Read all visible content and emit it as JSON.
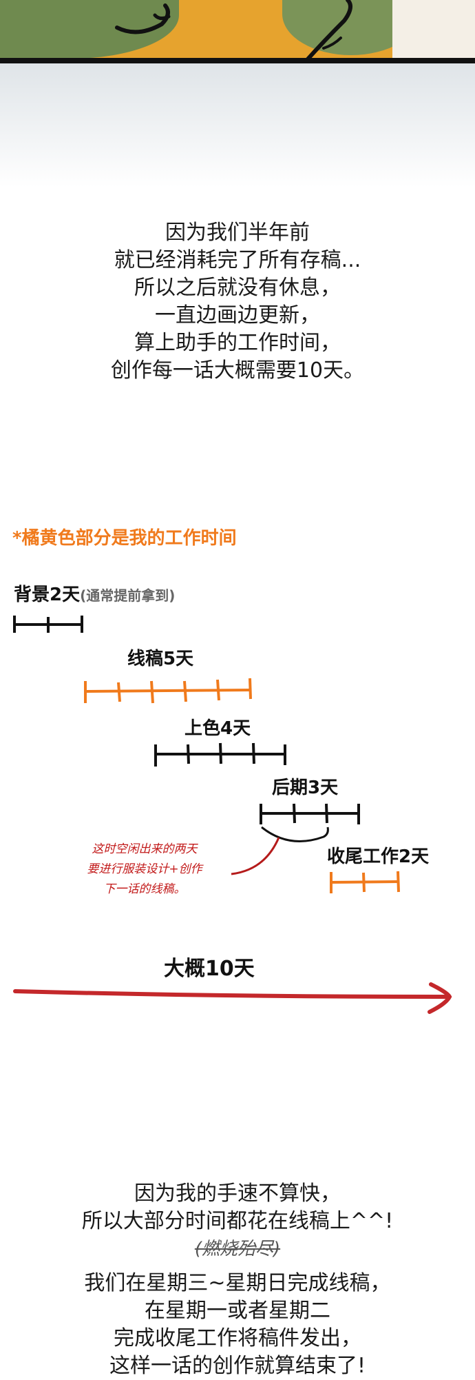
{
  "intro_lines": [
    "因为我们半年前",
    "就已经消耗完了所有存稿...",
    "所以之后就没有休息，",
    "一直边画边更新，",
    "算上助手的工作时间，",
    "创作每一话大概需要10天。"
  ],
  "chart": {
    "note": "*橘黄色部分是我的工作时间",
    "stages": [
      {
        "label": "背景2天",
        "sub": "(通常提前拿到)",
        "days": 2,
        "color": "#111111"
      },
      {
        "label": "线稿5天",
        "sub": "",
        "days": 5,
        "color": "#f07a1c"
      },
      {
        "label": "上色4天",
        "sub": "",
        "days": 4,
        "color": "#111111"
      },
      {
        "label": "后期3天",
        "sub": "",
        "days": 3,
        "color": "#111111"
      },
      {
        "label": "收尾工作2天",
        "sub": "",
        "days": 2,
        "color": "#f07a1c"
      }
    ],
    "handwritten_note": [
      "这时空闲出来的两天",
      "要进行服装设计+创作",
      "下一话的线稿。"
    ],
    "total_label": "大概10天",
    "arrow_color": "#c4282b"
  },
  "outro_lines": [
    "因为我的手速不算快，",
    "所以大部分时间都花在线稿上^^!"
  ],
  "strike_text": "(燃烧殆尽)",
  "final_lines": [
    "我们在星期三~星期日完成线稿，",
    "在星期一或者星期二",
    "完成收尾工作将稿件发出，",
    "这样一话的创作就算结束了!"
  ]
}
